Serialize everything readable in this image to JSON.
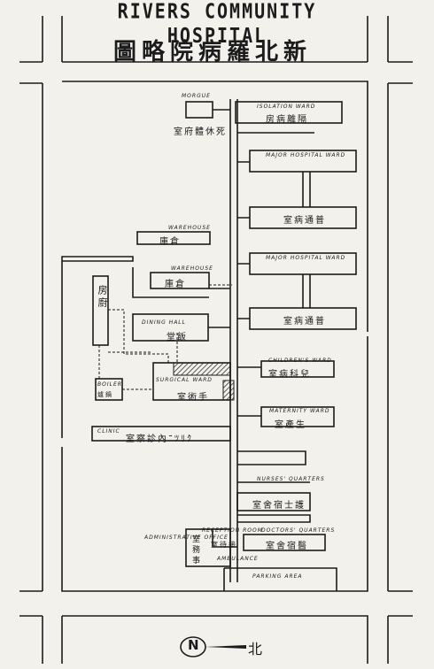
{
  "header": {
    "title": "RIVERS COMMUNITY HOSPITAL",
    "subtitle": "圖略院病羅北新"
  },
  "buildings": {
    "morgue": "MORGUE",
    "morgue_cn": "室府體休死",
    "isolation_ward": "ISOLATION WARD",
    "isolation_ward_cn": "房病離隔",
    "major_ward_1": "MAJOR HOSPITAL WARD",
    "major_ward_1_cn": "室病通普",
    "major_ward_2": "MAJOR HOSPITAL WARD",
    "major_ward_2_cn": "室病通普",
    "warehouse_1": "WAREHOUSE",
    "warehouse_1_cn": "庫倉",
    "warehouse_2": "WAREHOUSE",
    "warehouse_2_cn": "庫倉",
    "kitchen_cn": "房廚",
    "dining_hall": "DINING HALL",
    "dining_hall_cn": "堂飯",
    "boiler": "BOILER",
    "boiler_cn": "爐鍋",
    "surgical_ward": "SURGICAL WARD",
    "surgical_ward_cn": "室術手",
    "childrens_ward": "CHILDREN'S WARD",
    "childrens_ward_cn": "室病科兒",
    "maternity_ward": "MATERNITY WARD",
    "maternity_ward_cn": "室產生",
    "clinic": "CLINIC",
    "clinic_cn": "室察診內ﾆﾂﾘｸ",
    "nurses_quarters": "NURSES' QUARTERS",
    "nurses_quarters_cn": "室舍宿士護",
    "doctors_quarters": "DOCTORS' QUARTERS",
    "doctors_quarters_cn": "室舍宿醫",
    "reception_room": "RECEPTION ROOM",
    "reception_cn": "室待接",
    "admin_office": "ADMINISTRATIVE OFFICE",
    "admin_cn": "室務事",
    "ambulance": "AMBULANCE",
    "parking": "PARKING AREA"
  },
  "compass": {
    "letter": "N",
    "cn": "北"
  }
}
